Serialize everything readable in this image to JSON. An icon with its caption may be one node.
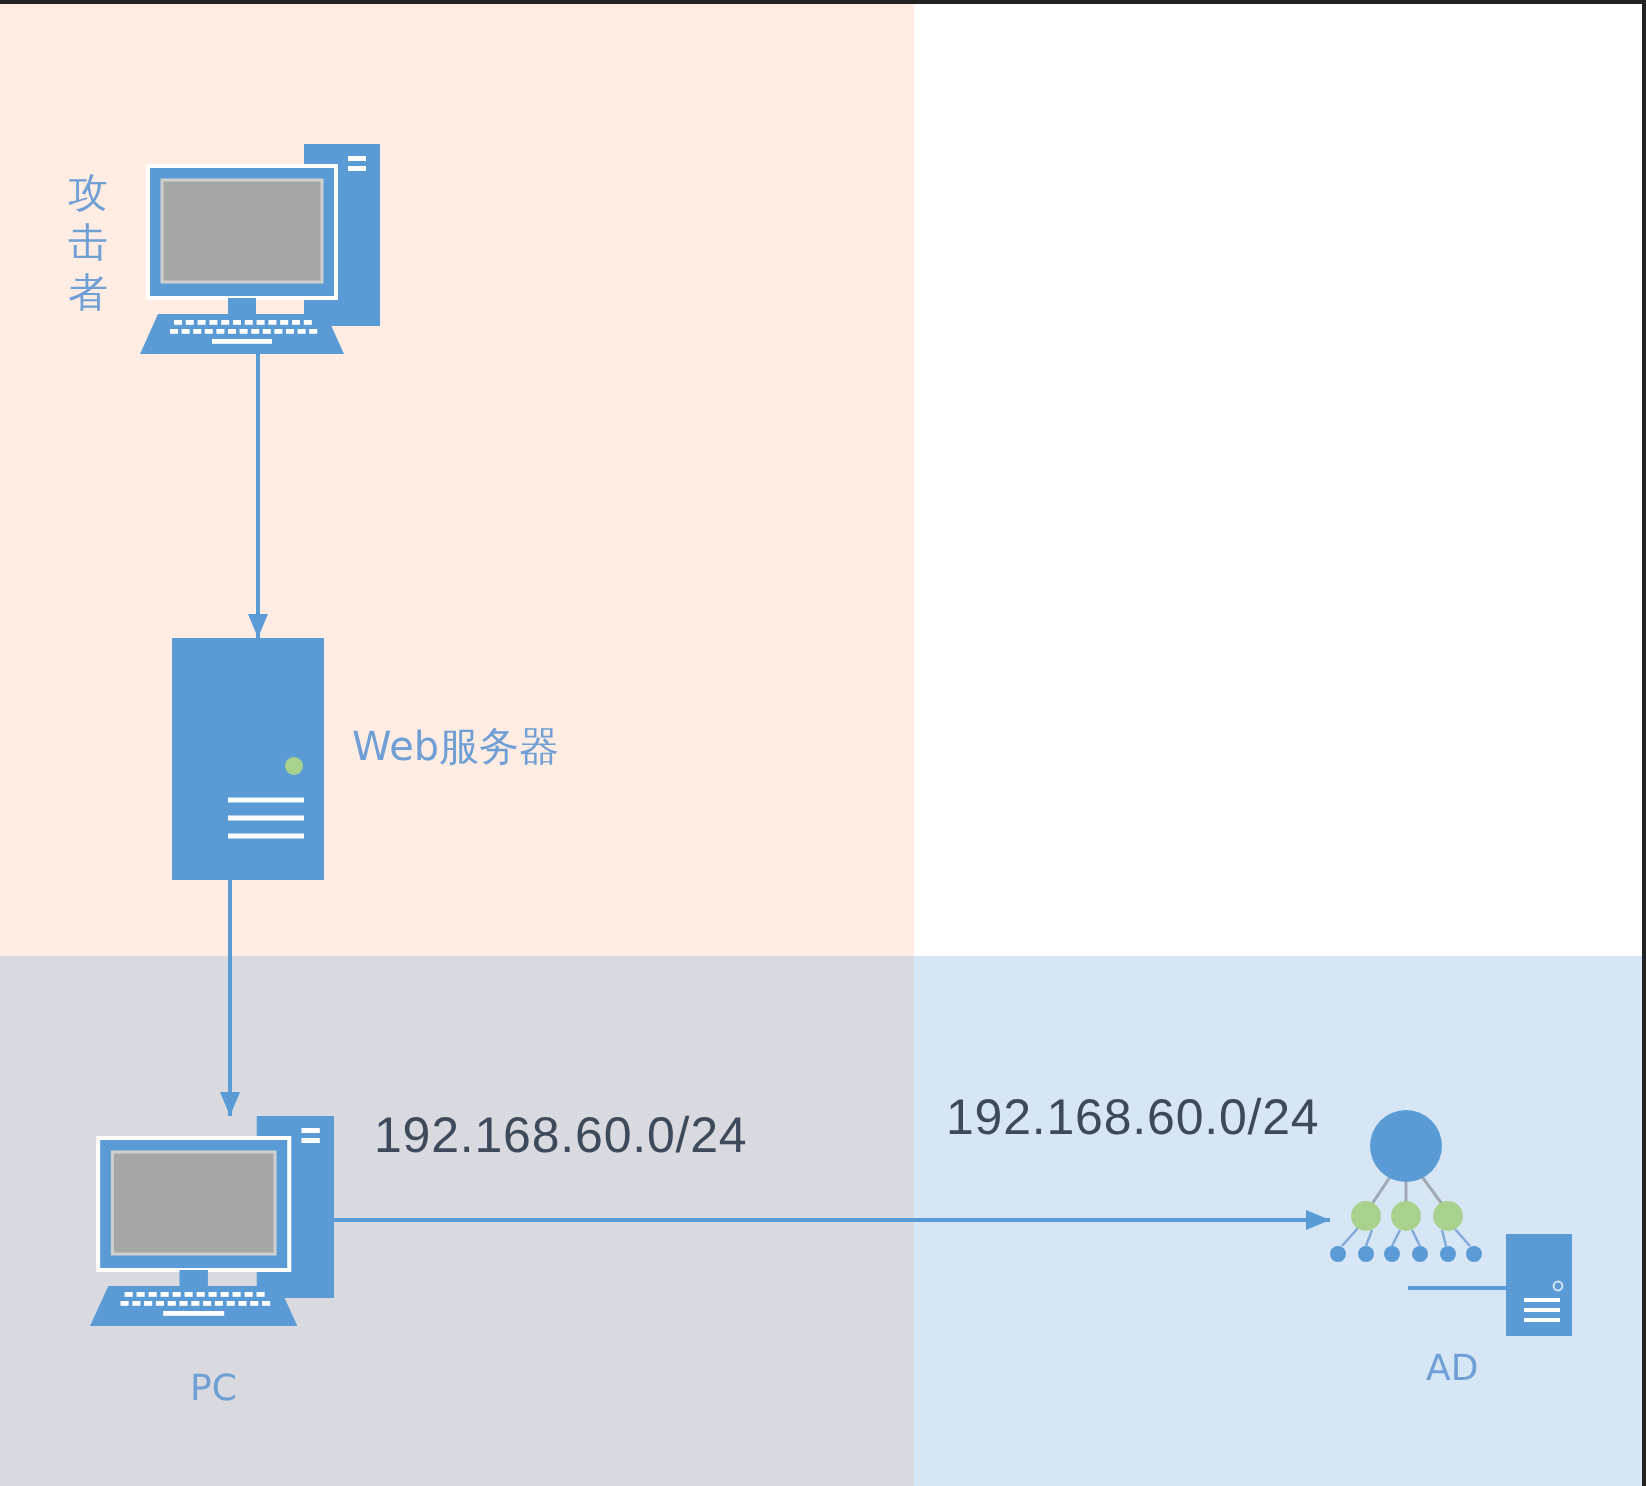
{
  "diagram": {
    "nodes": [
      {
        "text": [],
        "shape": "box"
      },
      {
        "text": [],
        "shape": "picture",
        "beside": [
          "攻击者"
        ],
        "in": 0
      },
      {
        "text": [],
        "shape": "picture",
        "beside": [
          "Web服务器"
        ],
        "in": 0
      },
      {
        "text": [
          "192.168.60.0/24"
        ]
      },
      {
        "text": [],
        "shape": "picture",
        "beside": [
          "PC"
        ],
        "in": 3
      },
      {
        "text": [
          "192.168.60.0/24"
        ]
      },
      {
        "text": [],
        "shape": "picture",
        "beside": [
          "AD"
        ],
        "in": 5
      }
    ],
    "edges": [
      {
        "from": 1,
        "to": 2,
        "arrow": "to"
      },
      {
        "from": 2,
        "to": 4,
        "arrow": "to"
      },
      {
        "from": 4,
        "to": 6,
        "arrow": "to"
      }
    ]
  }
}
